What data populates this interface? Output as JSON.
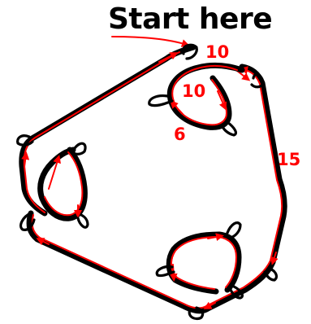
{
  "title": "Start here",
  "labels": {
    "top_right": "10",
    "inner_top": "10",
    "inner_bottom": "6",
    "right_side": "15"
  },
  "colors": {
    "rope": "#000000",
    "path": "#ff0000",
    "text_title": "#000000",
    "text_labels": "#ff0000"
  }
}
